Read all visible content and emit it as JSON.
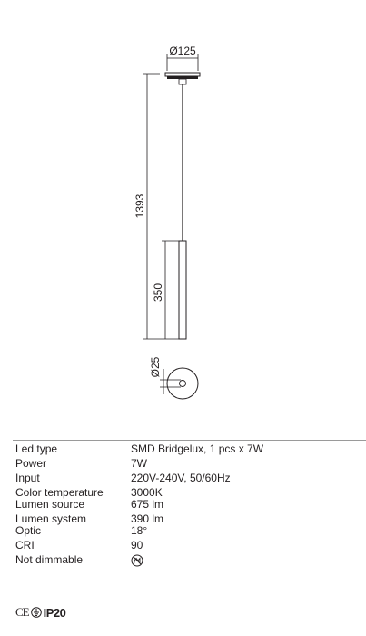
{
  "drawing": {
    "diameter_canopy": "Ø125",
    "total_height": "1393",
    "tube_length": "350",
    "diameter_tube": "Ø25"
  },
  "specs": [
    {
      "label": "Led type",
      "value": "SMD Bridgelux, 1 pcs x 7W"
    },
    {
      "label": "Power",
      "value": "7W"
    },
    {
      "label": "Input",
      "value": "220V-240V, 50/60Hz"
    },
    {
      "label": "Color temperature",
      "value": "3000K"
    },
    {
      "label": "Lumen source",
      "value": "675 lm"
    },
    {
      "label": "Lumen system",
      "value": "390 lm"
    },
    {
      "label": "Optic",
      "value": "18°"
    },
    {
      "label": "CRI",
      "value": "90"
    },
    {
      "label": "Not dimmable",
      "icon": "not-dimmable-icon"
    }
  ],
  "certifications": {
    "ce": "CE",
    "ground": "protective-earth-icon",
    "ip": "IP20"
  }
}
